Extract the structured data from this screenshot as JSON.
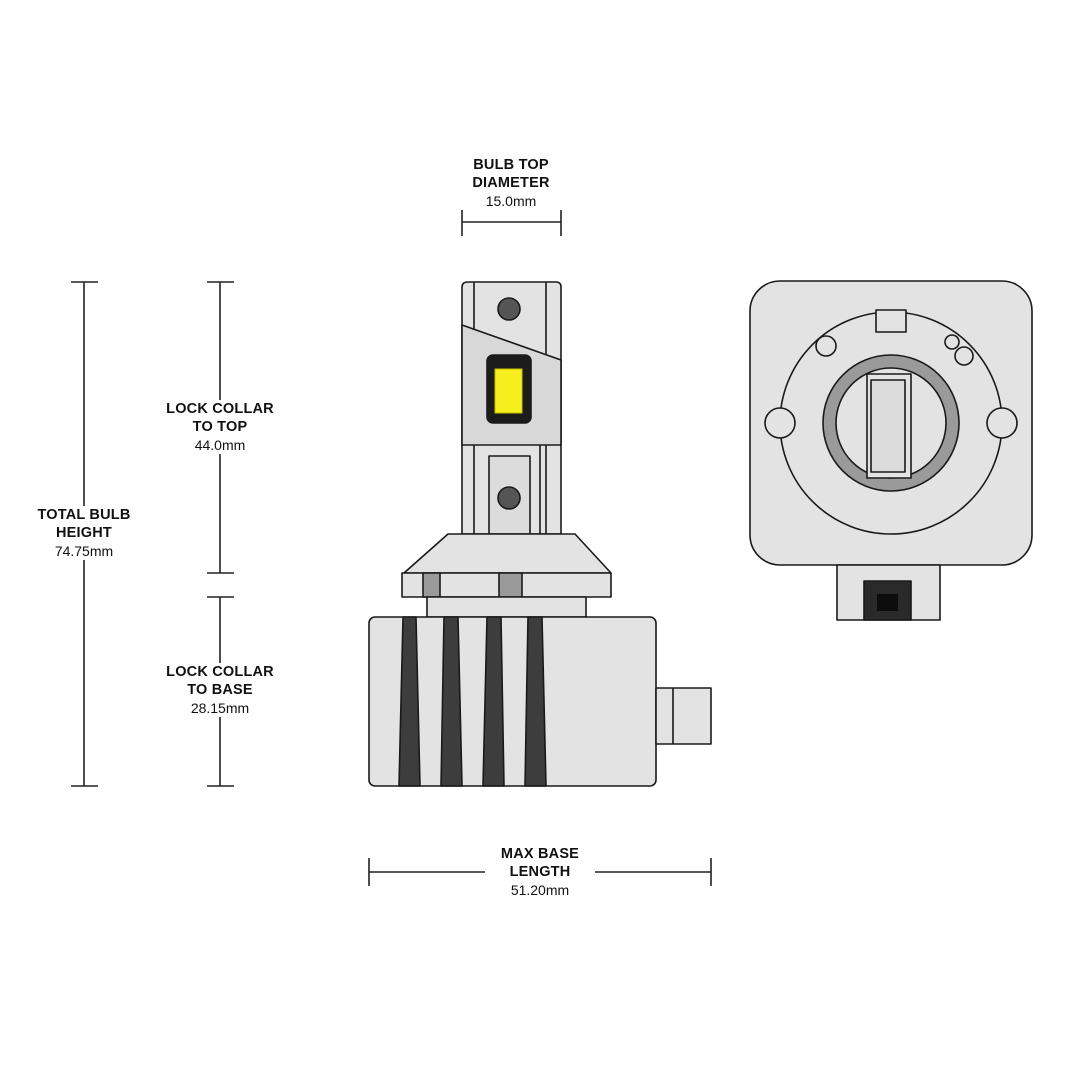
{
  "dimensions": {
    "bulb_top_diameter": {
      "title_line1": "BULB TOP",
      "title_line2": "DIAMETER",
      "value": "15.0mm"
    },
    "lock_collar_to_top": {
      "title_line1": "LOCK COLLAR",
      "title_line2": "TO TOP",
      "value": "44.0mm"
    },
    "total_bulb_height": {
      "title_line1": "TOTAL BULB",
      "title_line2": "HEIGHT",
      "value": "74.75mm"
    },
    "lock_collar_to_base": {
      "title_line1": "LOCK COLLAR",
      "title_line2": "TO BASE",
      "value": "28.15mm"
    },
    "max_base_length": {
      "title_line1": "MAX BASE",
      "title_line2": "LENGTH",
      "value": "51.20mm"
    }
  },
  "colors": {
    "outline": "#1a1a1a",
    "body_fill": "#e3e3e3",
    "stripe_fill": "#3d3d3d",
    "ring_fill": "#9a9a9a",
    "led_chip": "#f7ee1d",
    "dimension_line": "#222222"
  },
  "icons": [
    "led-bulb-side-view",
    "bulb-connector-end-view"
  ]
}
